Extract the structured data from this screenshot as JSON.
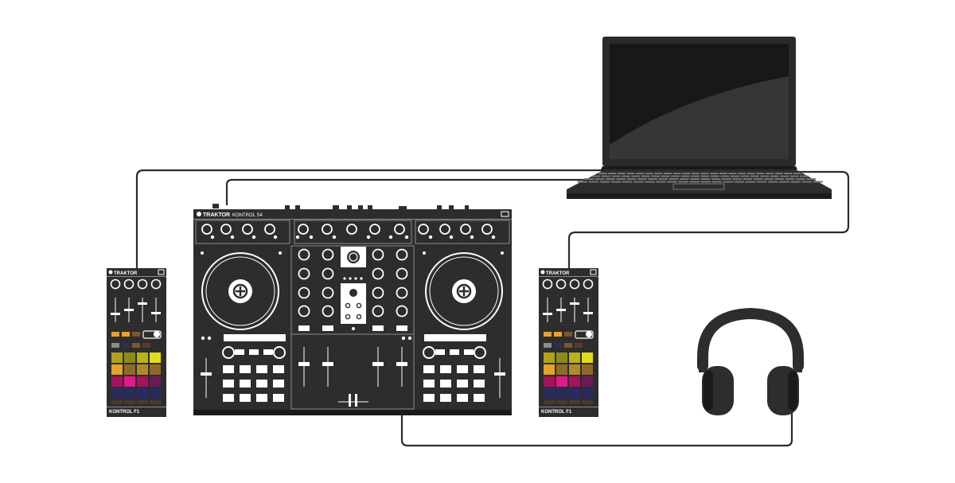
{
  "s4": {
    "brand": "TRAKTOR",
    "model": "KONTROL S4"
  },
  "f1_left": {
    "brand": "TRAKTOR",
    "model": "KONTROL F1"
  },
  "f1_right": {
    "brand": "TRAKTOR",
    "model": "KONTROL F1"
  },
  "colors": {
    "body": "#2d2d2d",
    "body_dark": "#1a1a1a",
    "panel_line": "#8c8c8c",
    "pad_row1": [
      "#b0a21a",
      "#8d8a1c",
      "#b9b31a",
      "#e3dc1a"
    ],
    "pad_row2": [
      "#e2a52a",
      "#8c6b2a",
      "#b08a2a",
      "#8c6b2a"
    ],
    "pad_row3": [
      "#a3145a",
      "#e01a8a",
      "#a3145a",
      "#6b1a5a"
    ],
    "pad_row4": [
      "#2a2a5a",
      "#2a2a5a",
      "#2a2a6a",
      "#2a2a5a"
    ],
    "small_orange": "#e2a52a",
    "small_brown": "#7a5a2a"
  }
}
